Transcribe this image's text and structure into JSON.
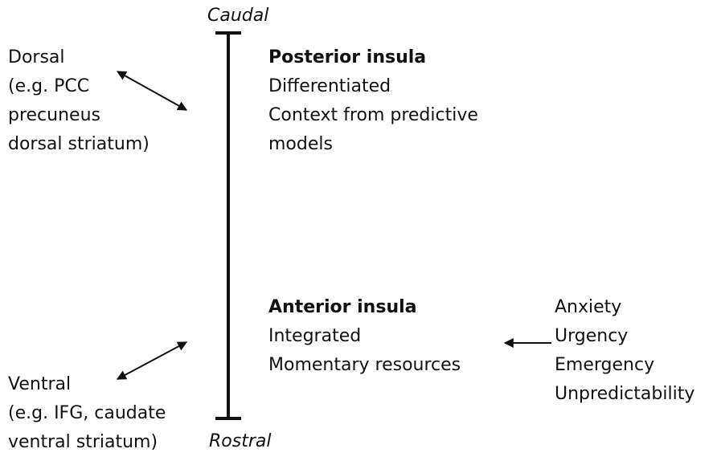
{
  "axis": {
    "top_label": "Caudal",
    "bottom_label": "Rostral"
  },
  "posterior": {
    "title": "Posterior insula",
    "lines": [
      "Differentiated",
      "Context from predictive",
      "models"
    ]
  },
  "anterior": {
    "title": "Anterior insula",
    "lines": [
      "Integrated",
      "Momentary resources"
    ]
  },
  "dorsal": {
    "lines": [
      "Dorsal",
      "(e.g. PCC",
      "precuneus",
      "dorsal striatum)"
    ]
  },
  "ventral": {
    "lines": [
      "Ventral",
      "(e.g. IFG, caudate",
      "ventral striatum)"
    ]
  },
  "factors": {
    "lines": [
      "Anxiety",
      "Urgency",
      "Emergency",
      "Unpredictability"
    ]
  },
  "colors": {
    "ink": "#111111",
    "background": "#ffffff"
  }
}
